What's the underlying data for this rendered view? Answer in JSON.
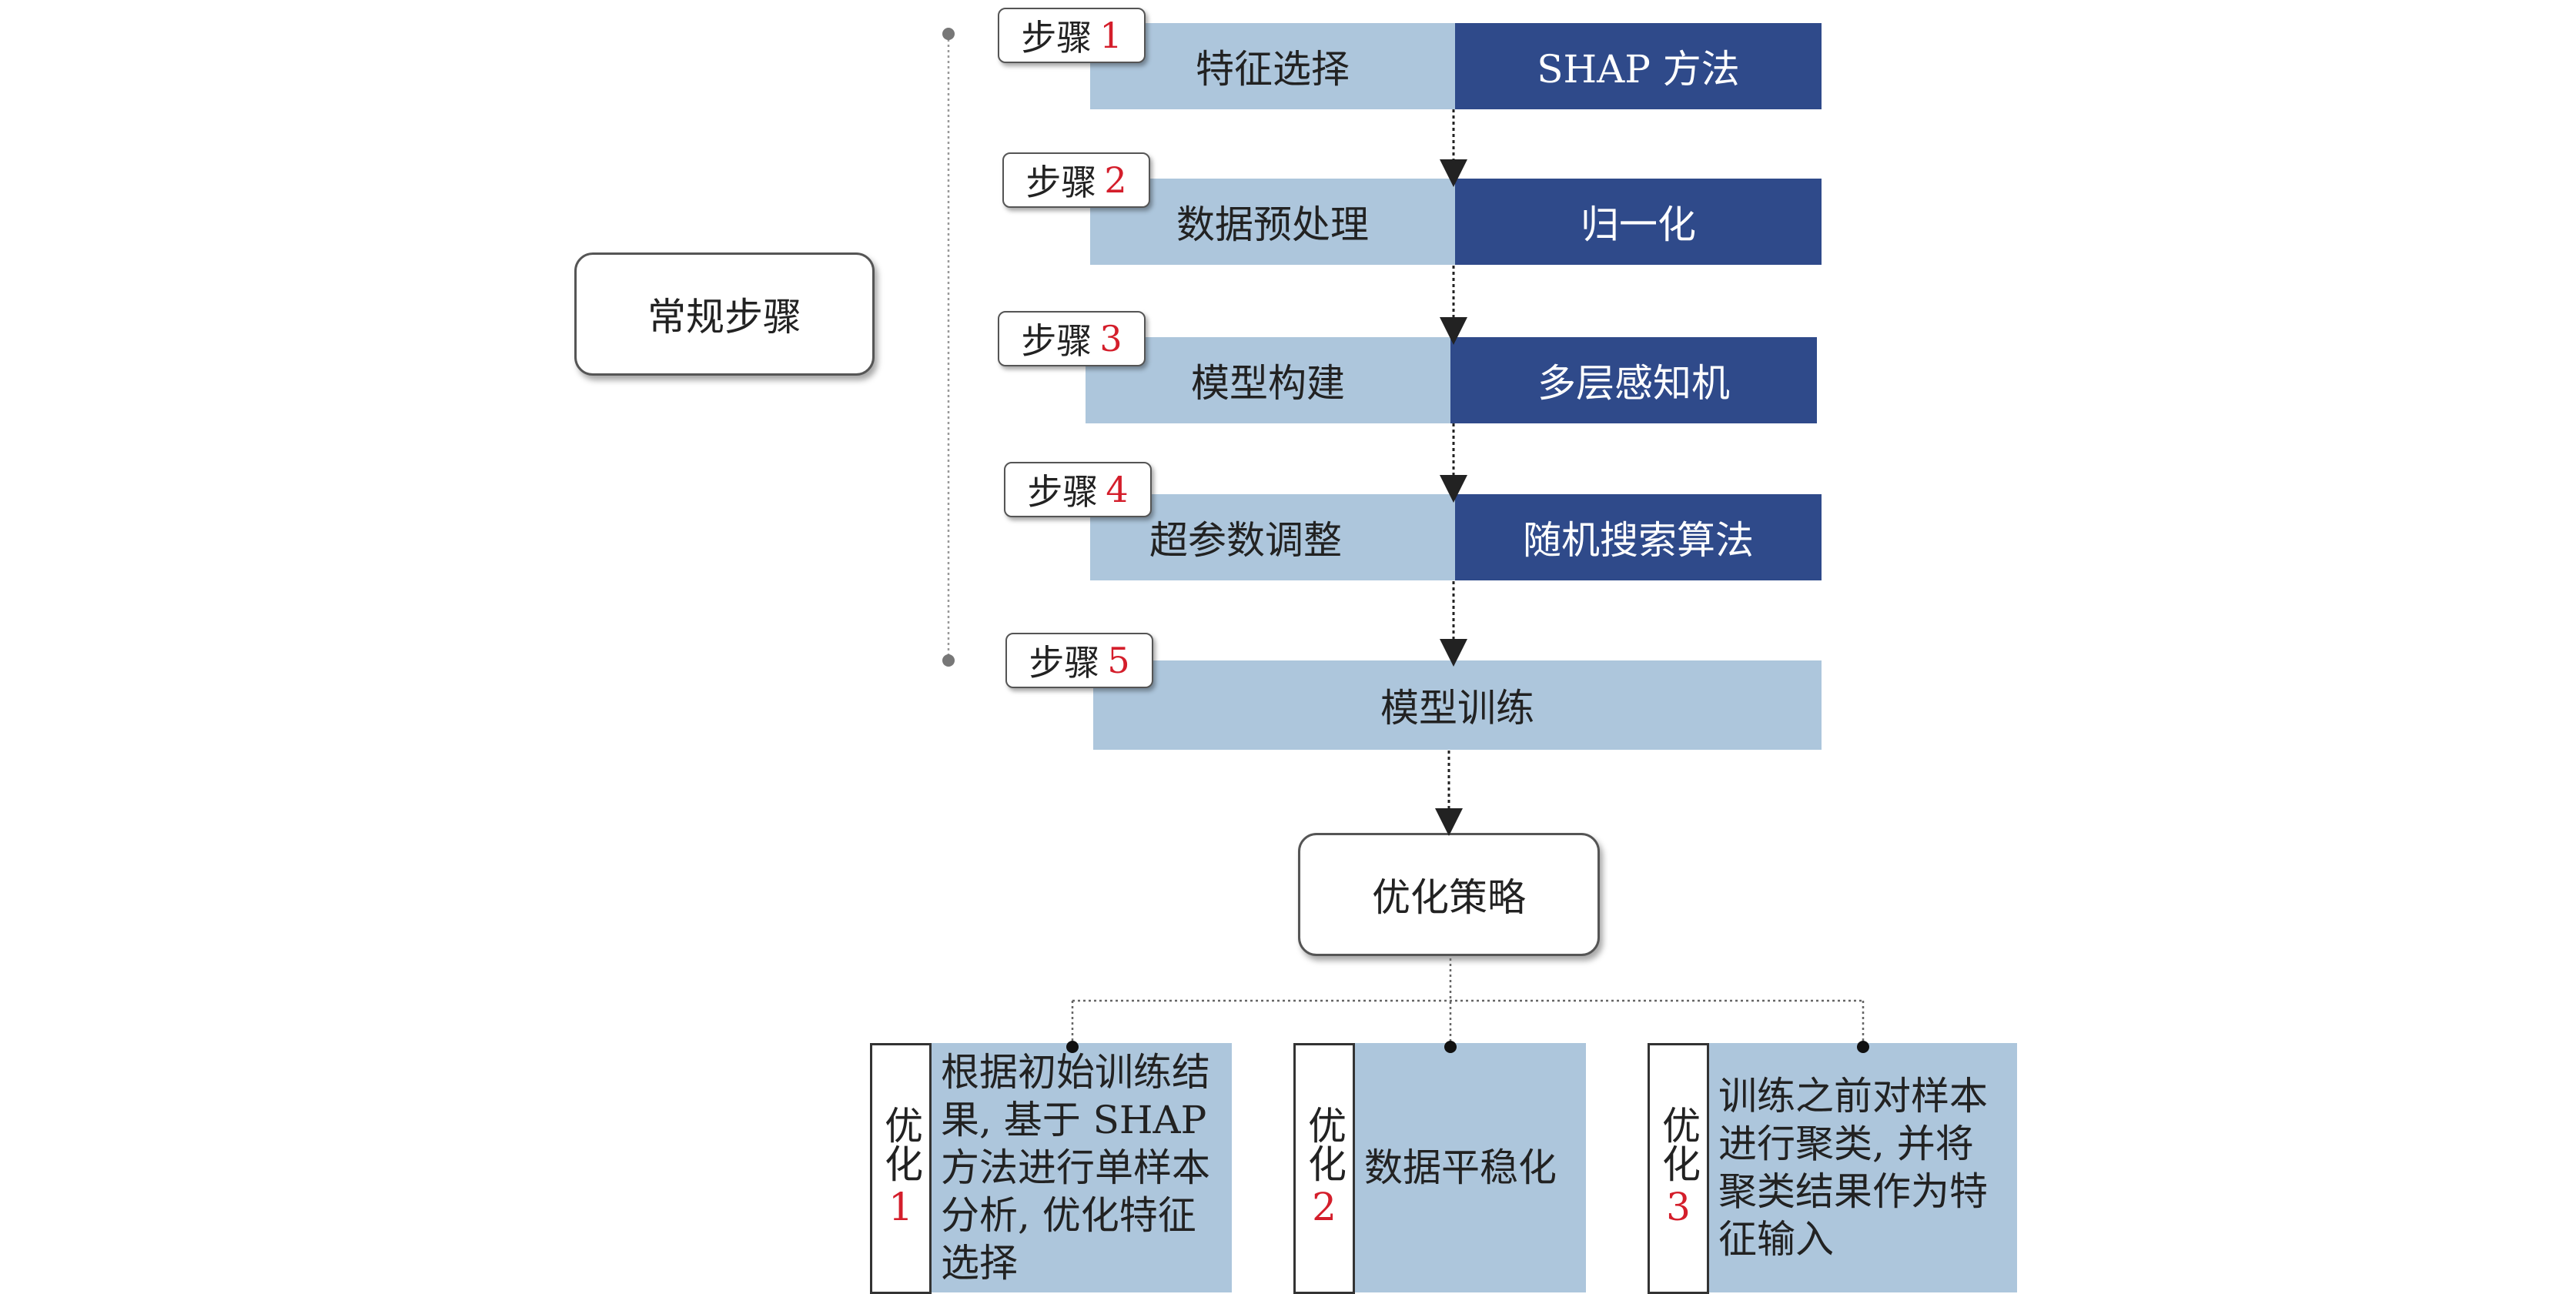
{
  "left_label": "常规步骤",
  "step_prefix": "步骤",
  "steps": [
    {
      "num": "1",
      "name": "特征选择",
      "method": "SHAP 方法"
    },
    {
      "num": "2",
      "name": "数据预处理",
      "method": "归一化"
    },
    {
      "num": "3",
      "name": "模型构建",
      "method": "多层感知机"
    },
    {
      "num": "4",
      "name": "超参数调整",
      "method": "随机搜索算法"
    },
    {
      "num": "5",
      "name": "模型训练"
    }
  ],
  "strategy": "优化策略",
  "optimizations": [
    {
      "label": "优化",
      "num": "1",
      "text": "根据初始训练结果, 基于 SHAP 方法进行单样本分析, 优化特征选择"
    },
    {
      "label": "优化",
      "num": "2",
      "text": "数据平稳化"
    },
    {
      "label": "优化",
      "num": "3",
      "text": "训练之前对样本进行聚类, 并将聚类结果作为特征输入"
    }
  ],
  "colors": {
    "light": "#adc6dc",
    "dark": "#2f4a8a",
    "highlight": "#d41e2b"
  }
}
